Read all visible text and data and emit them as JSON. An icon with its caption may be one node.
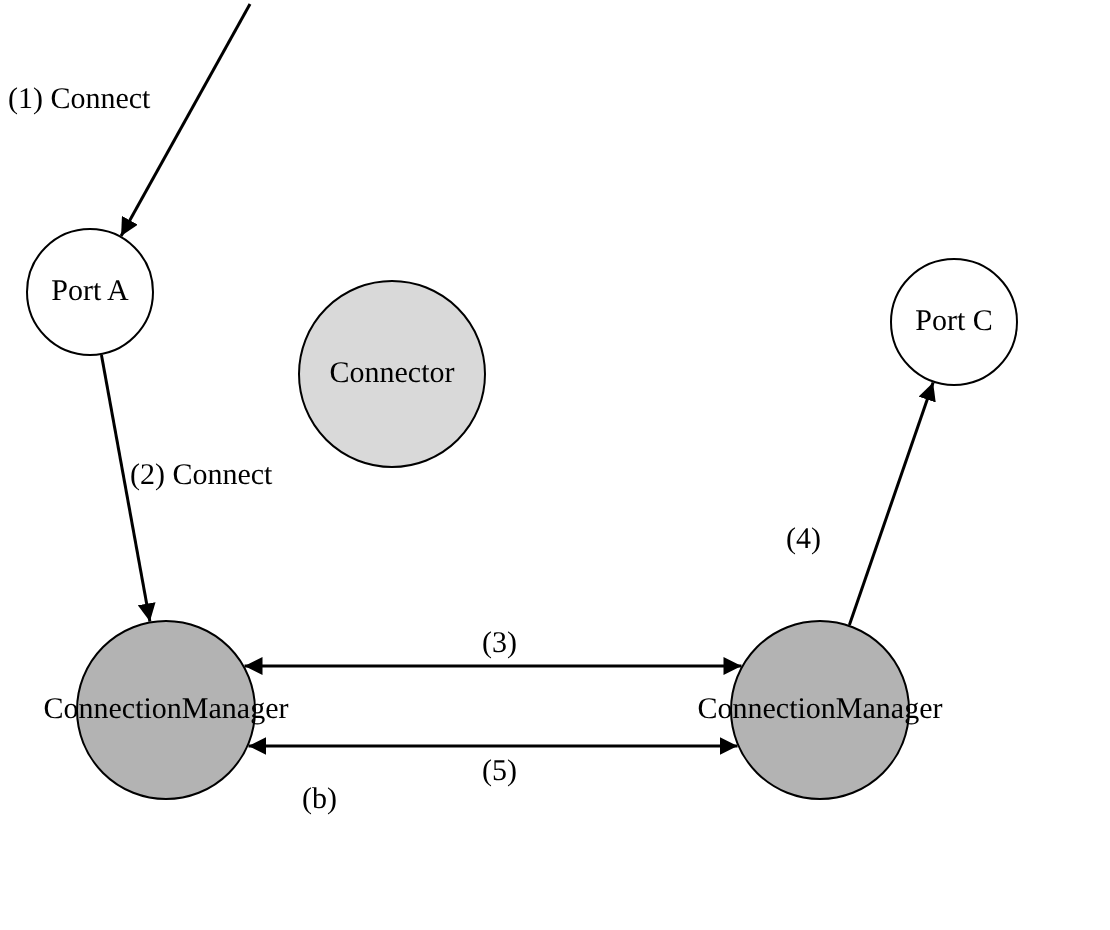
{
  "diagram": {
    "nodes": [
      {
        "text": [
          "Port A"
        ]
      },
      {
        "text": [
          "Connector"
        ]
      },
      {
        "text": [
          "Port C"
        ]
      },
      {
        "text": [
          "ConnectionManager"
        ]
      },
      {
        "text": [
          "ConnectionManager"
        ]
      }
    ],
    "edges": [
      {
        "from": null,
        "to": 0,
        "arrow": "to",
        "label": "(1) Connect"
      },
      {
        "from": 0,
        "to": 3,
        "arrow": "to",
        "label": "(2) Connect"
      },
      {
        "from": 3,
        "to": 4,
        "arrow": "both",
        "label": "(3)"
      },
      {
        "from": 4,
        "to": 2,
        "arrow": "to",
        "label": "(4)"
      },
      {
        "from": 3,
        "to": 4,
        "arrow": "both",
        "label": "(5)"
      }
    ],
    "labels": [
      "(b)"
    ]
  }
}
